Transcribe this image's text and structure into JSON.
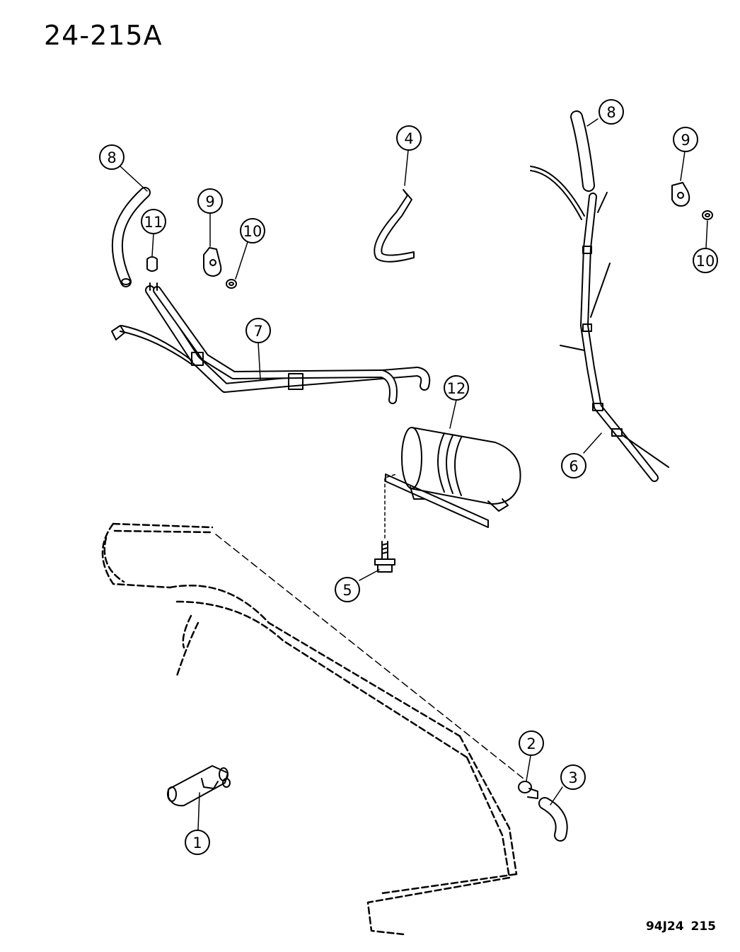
{
  "title": "24-215A",
  "figure_code": "94J24  215",
  "callouts": [
    {
      "id": "1",
      "label": "1"
    },
    {
      "id": "2",
      "label": "2"
    },
    {
      "id": "3",
      "label": "3"
    },
    {
      "id": "4",
      "label": "4"
    },
    {
      "id": "5",
      "label": "5"
    },
    {
      "id": "6",
      "label": "6"
    },
    {
      "id": "7",
      "label": "7"
    },
    {
      "id": "8a",
      "label": "8"
    },
    {
      "id": "8b",
      "label": "8"
    },
    {
      "id": "9a",
      "label": "9"
    },
    {
      "id": "9b",
      "label": "9"
    },
    {
      "id": "10a",
      "label": "10"
    },
    {
      "id": "10b",
      "label": "10"
    },
    {
      "id": "11",
      "label": "11"
    },
    {
      "id": "12",
      "label": "12"
    }
  ],
  "colors": {
    "ink": "#000000",
    "paper": "#ffffff"
  }
}
